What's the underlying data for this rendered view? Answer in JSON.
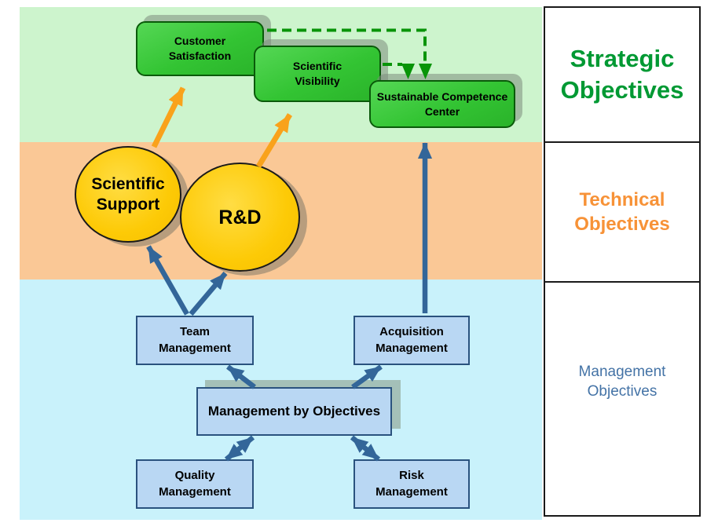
{
  "sidebar": {
    "sections": [
      {
        "label": "Strategic Objectives",
        "color": "#009933"
      },
      {
        "label": "Technical Objectives",
        "color": "#f79237"
      },
      {
        "label": "Management Objectives",
        "color": "#4473a6"
      }
    ]
  },
  "diagram": {
    "strategic_nodes": [
      {
        "label": "Customer Satisfaction"
      },
      {
        "label": "Scientific Visibility"
      },
      {
        "label": "Sustainable Competence Center"
      }
    ],
    "technical_nodes": [
      {
        "label": "Scientific Support"
      },
      {
        "label": "R&D"
      }
    ],
    "management_nodes": [
      {
        "label": "Team Management"
      },
      {
        "label": "Acquisition Management"
      },
      {
        "label": "Management by Objectives"
      },
      {
        "label": "Quality Management"
      },
      {
        "label": "Risk Management"
      }
    ],
    "edges": [
      {
        "from": "Scientific Support",
        "to": "Customer Satisfaction",
        "style": "orange-solid"
      },
      {
        "from": "R&D",
        "to": "Scientific Visibility",
        "style": "orange-solid"
      },
      {
        "from": "Customer Satisfaction",
        "to": "Sustainable Competence Center",
        "style": "green-dashed"
      },
      {
        "from": "Scientific Visibility",
        "to": "Sustainable Competence Center",
        "style": "green-dashed"
      },
      {
        "from": "Team Management",
        "to": "Scientific Support",
        "style": "blue-solid"
      },
      {
        "from": "Team Management",
        "to": "R&D",
        "style": "blue-solid"
      },
      {
        "from": "Acquisition Management",
        "to": "Sustainable Competence Center",
        "style": "blue-solid"
      },
      {
        "from": "Management by Objectives",
        "to": "Team Management",
        "style": "blue-solid"
      },
      {
        "from": "Management by Objectives",
        "to": "Acquisition Management",
        "style": "blue-solid"
      },
      {
        "from": "Management by Objectives",
        "to": "Quality Management",
        "style": "blue-double"
      },
      {
        "from": "Management by Objectives",
        "to": "Risk Management",
        "style": "blue-double"
      }
    ],
    "colors": {
      "strategic_band": "#cdf4cd",
      "technical_band": "#fac896",
      "management_band": "#c9f2fb",
      "strategic_node": "#33c433",
      "technical_node": "#fdca06",
      "management_node": "#b9d7f3",
      "orange_arrow": "#f9a21b",
      "blue_arrow": "#336699",
      "green_dashed_arrow": "#089408"
    }
  }
}
